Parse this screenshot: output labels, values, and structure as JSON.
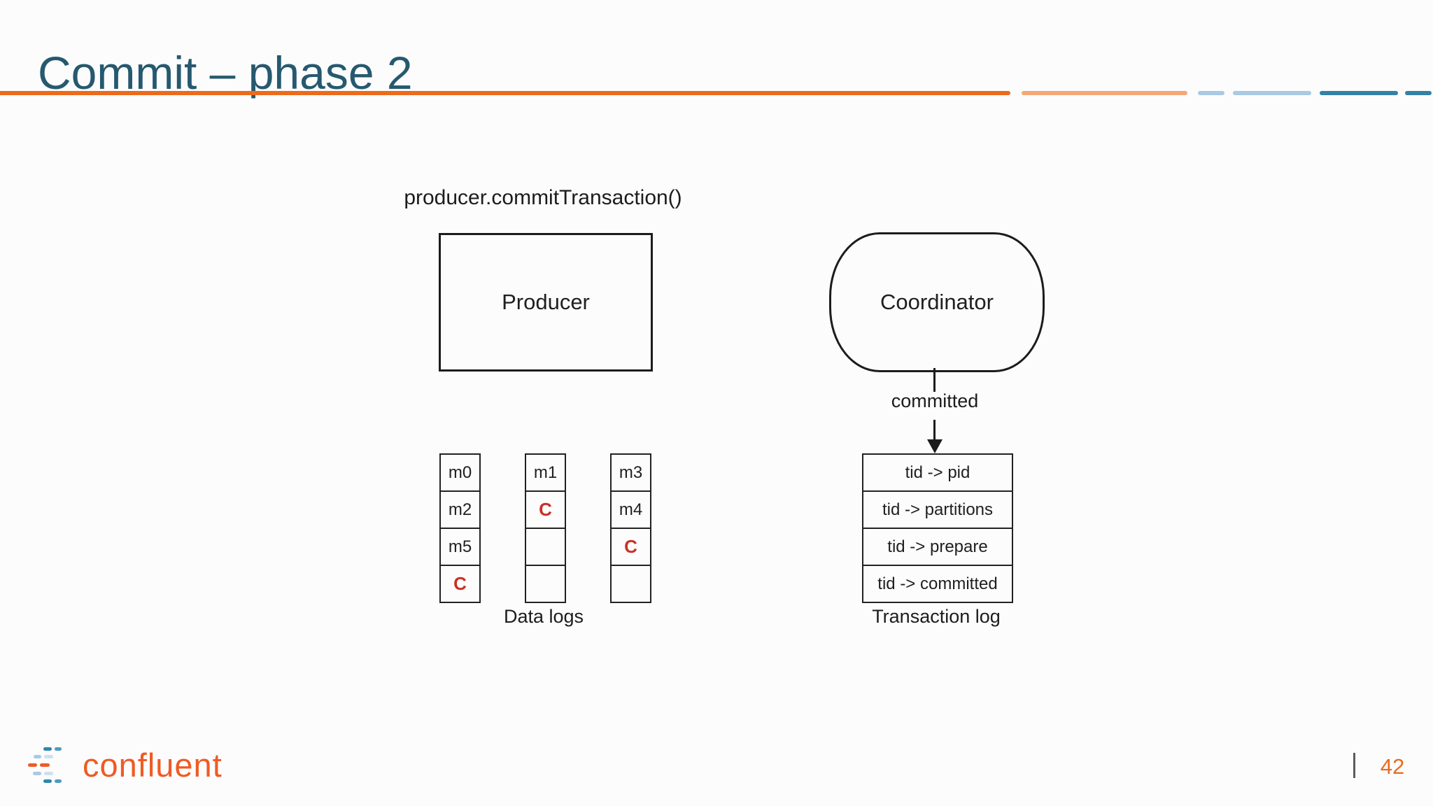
{
  "slide": {
    "title": "Commit – phase 2",
    "caption": "producer.commitTransaction()"
  },
  "diagram": {
    "producer_label": "Producer",
    "coordinator_label": "Coordinator",
    "arrow_label": "committed",
    "data_logs": {
      "label": "Data logs",
      "columns": [
        {
          "cells": [
            "m0",
            "m2",
            "m5",
            "C"
          ]
        },
        {
          "cells": [
            "m1",
            "C",
            "",
            ""
          ]
        },
        {
          "cells": [
            "m3",
            "m4",
            "C",
            ""
          ]
        }
      ]
    },
    "transaction_log": {
      "label": "Transaction log",
      "rows": [
        "tid -> pid",
        "tid -> partitions",
        "tid -> prepare",
        "tid -> committed"
      ]
    }
  },
  "footer": {
    "logo_text": "confluent",
    "page_number": "42"
  },
  "colors": {
    "title": "#26596f",
    "accent_orange": "#ed6a1c",
    "accent_orange_light": "#f5a877",
    "accent_blue_light": "#a9c9e5",
    "accent_teal": "#3381a7",
    "commit_marker": "#cc2f26",
    "logo_orange": "#ef5b25"
  }
}
